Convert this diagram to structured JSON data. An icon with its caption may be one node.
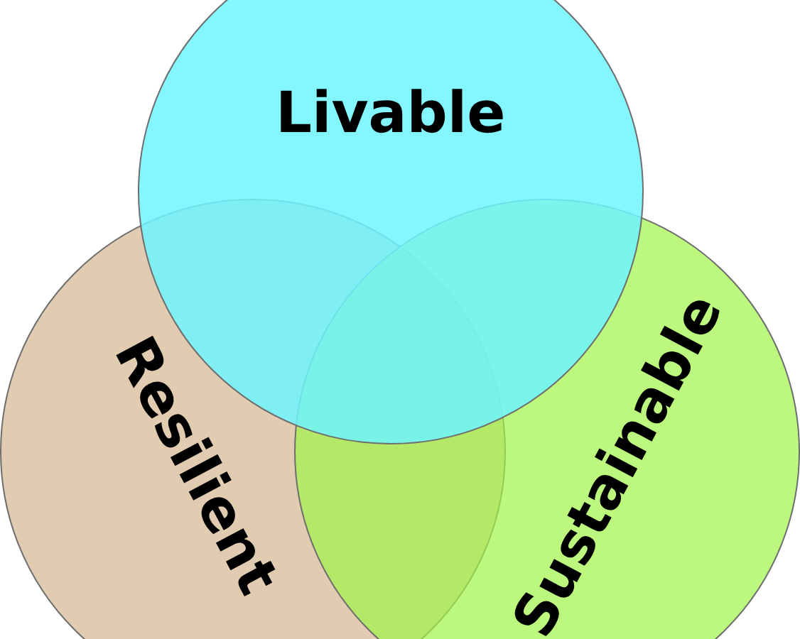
{
  "diagram": {
    "nodes": [
      {
        "text": [
          "Livable"
        ]
      },
      {
        "text": [
          "Resilient"
        ]
      },
      {
        "text": [
          "Sustainable"
        ]
      }
    ]
  }
}
